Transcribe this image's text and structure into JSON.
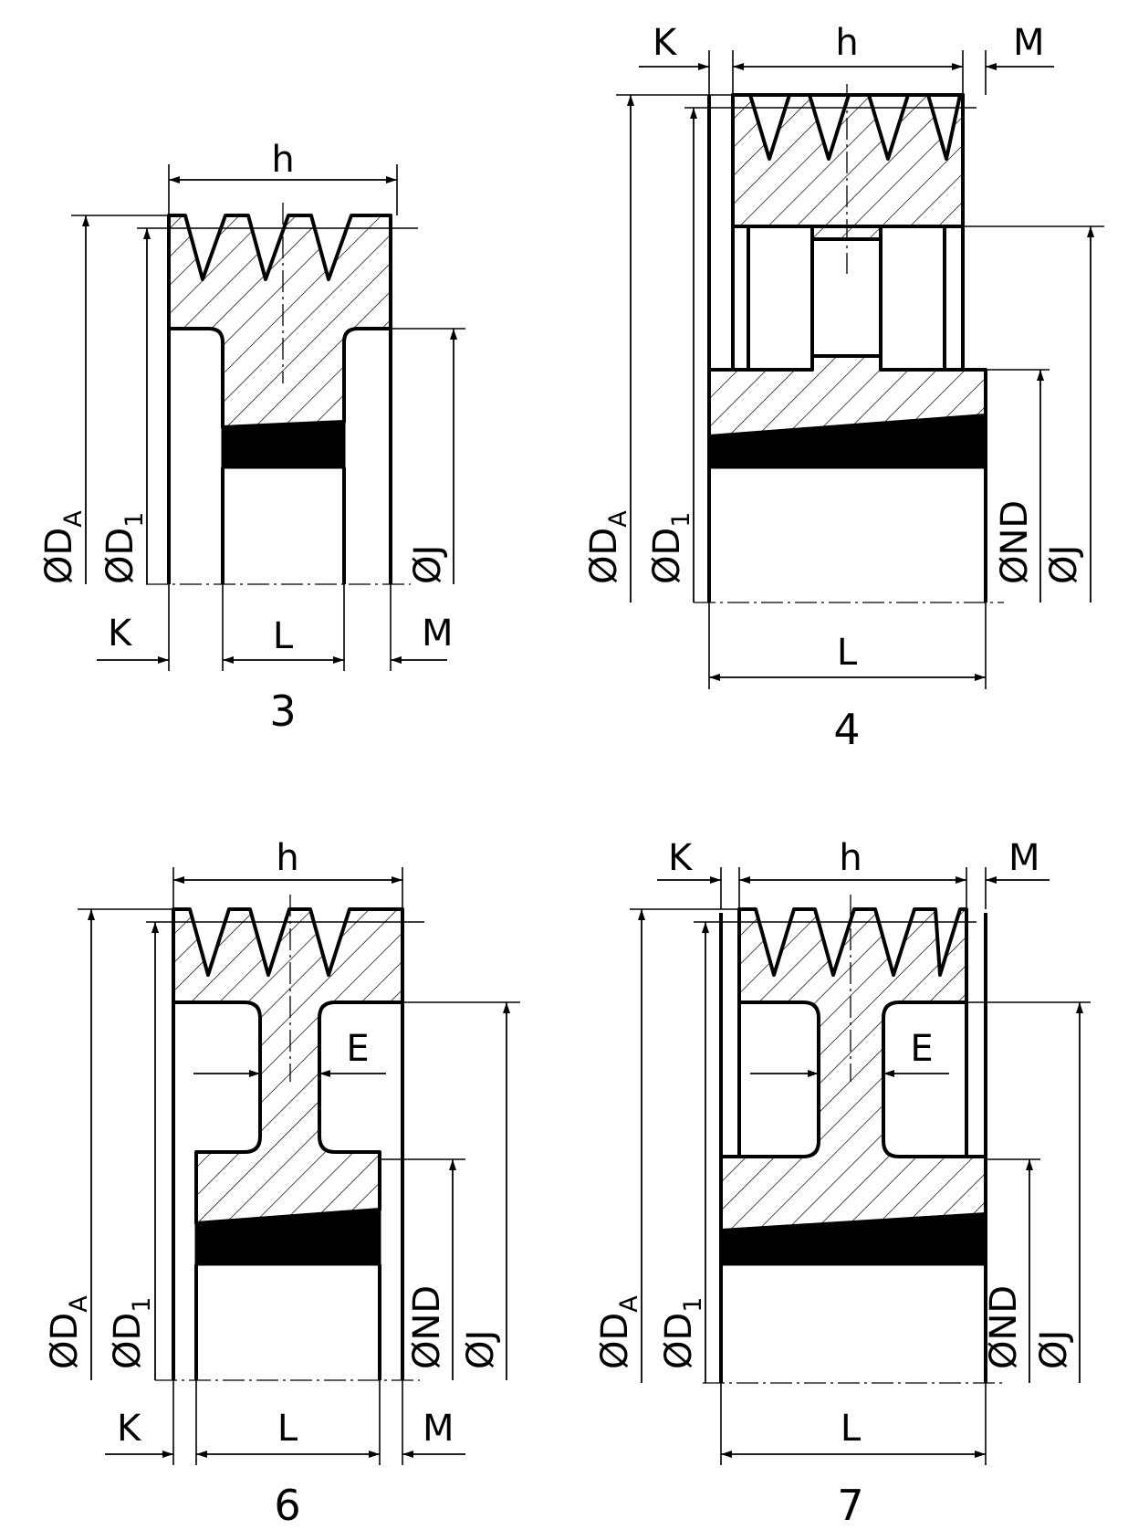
{
  "labels": {
    "h": "h",
    "K": "K",
    "M": "M",
    "L": "L",
    "E": "E",
    "DA": "ØD",
    "DA_sub": "A",
    "D1": "ØD",
    "D1_sub": "1",
    "J": "ØJ",
    "ND": "ØND"
  },
  "views": [
    {
      "number": "3"
    },
    {
      "number": "4"
    },
    {
      "number": "6"
    },
    {
      "number": "7"
    }
  ]
}
